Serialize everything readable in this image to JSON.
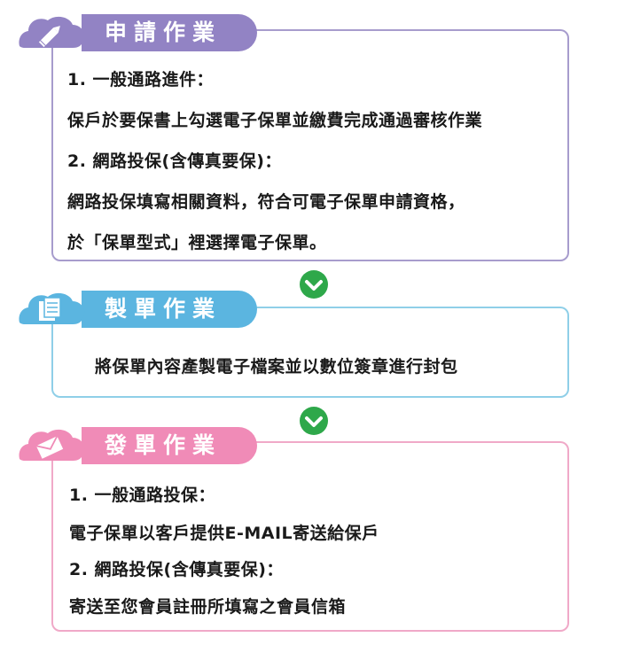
{
  "colors": {
    "purple": "#9283c4",
    "blue": "#5bb5e0",
    "pink": "#f08bb7",
    "green": "#2ea84a"
  },
  "sections": [
    {
      "title": "申請作業",
      "icon": "pencil-icon",
      "lines": [
        "1. 一般通路進件：",
        "保戶於要保書上勾選電子保單並繳費完成通過審核作業",
        "2. 網路投保(含傳真要保)：",
        "網路投保填寫相關資料，符合可電子保單申請資格，",
        "於「保單型式」裡選擇電子保單。"
      ]
    },
    {
      "title": "製單作業",
      "icon": "document-icon",
      "lines": [
        "將保單內容產製電子檔案並以數位簽章進行封包"
      ]
    },
    {
      "title": "發單作業",
      "icon": "envelope-icon",
      "lines": [
        "1. 一般通路投保：",
        "電子保單以客戶提供E-MAIL寄送給保戶",
        "2. 網路投保(含傳真要保)：",
        "寄送至您會員註冊所填寫之會員信箱"
      ]
    }
  ]
}
